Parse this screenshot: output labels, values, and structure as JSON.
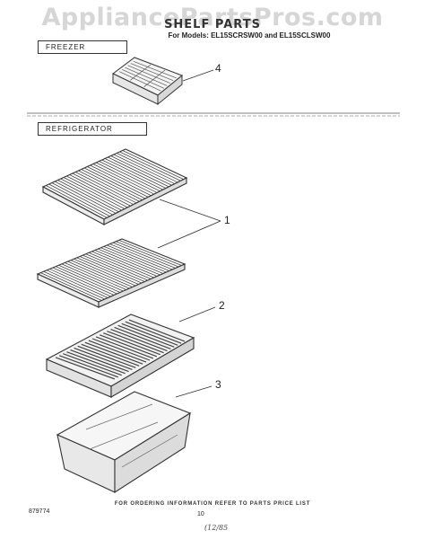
{
  "watermark": "AppliancePartsPros.com",
  "title": "SHELF PARTS",
  "models_line": "For Models: EL15SCRSW00 and EL15SCLSW00",
  "sections": {
    "freezer": "FREEZER",
    "refrigerator": "REFRIGERATOR"
  },
  "callouts": [
    "4",
    "1",
    "2",
    "3"
  ],
  "footer": {
    "ordering_note": "FOR ORDERING INFORMATION REFER TO PARTS PRICE LIST",
    "doc_number": "879774",
    "page_number": "10",
    "handwriting": "(12/85"
  }
}
